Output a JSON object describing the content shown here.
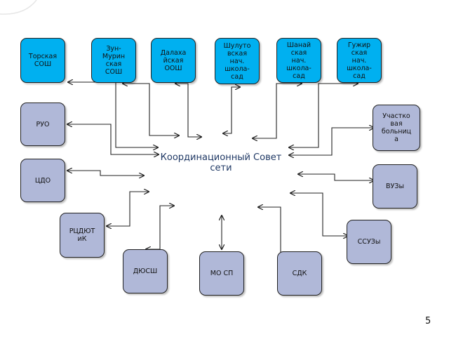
{
  "title": "Координационный Совет\nсети",
  "page_number": "5",
  "colors": {
    "top_box": "#00b0f0",
    "side_box": "#b0b8d8",
    "title": "#1f3864"
  },
  "nodes": {
    "torskaya": "Торская\nСОШ",
    "zun_murinskaya": "Зун-\nМурин\nская\nСОШ",
    "dalakhaiskaya": "Далаха\nйская\nООШ",
    "shulutovskaya": "Шулуто\nвская\nнач.\nшкола-\nсад",
    "shanaiskaya": "Шанай\nская\nнач.\nшкола-\nсад",
    "guzhirskaya": "Гужир\nская\nнач.\nшкола-\nсад",
    "ruo": "РУО",
    "tsdo": "ЦДО",
    "rtsdyutik": "РЦДЮТ\nиК",
    "dyussh": "ДЮСШ",
    "mo_sp": "МО СП",
    "sdk": "СДК",
    "uchastkovaya": "Участко\nвая\nбольниц\nа",
    "vuzy": "ВУЗы",
    "ssuzy": "ССУЗы"
  }
}
